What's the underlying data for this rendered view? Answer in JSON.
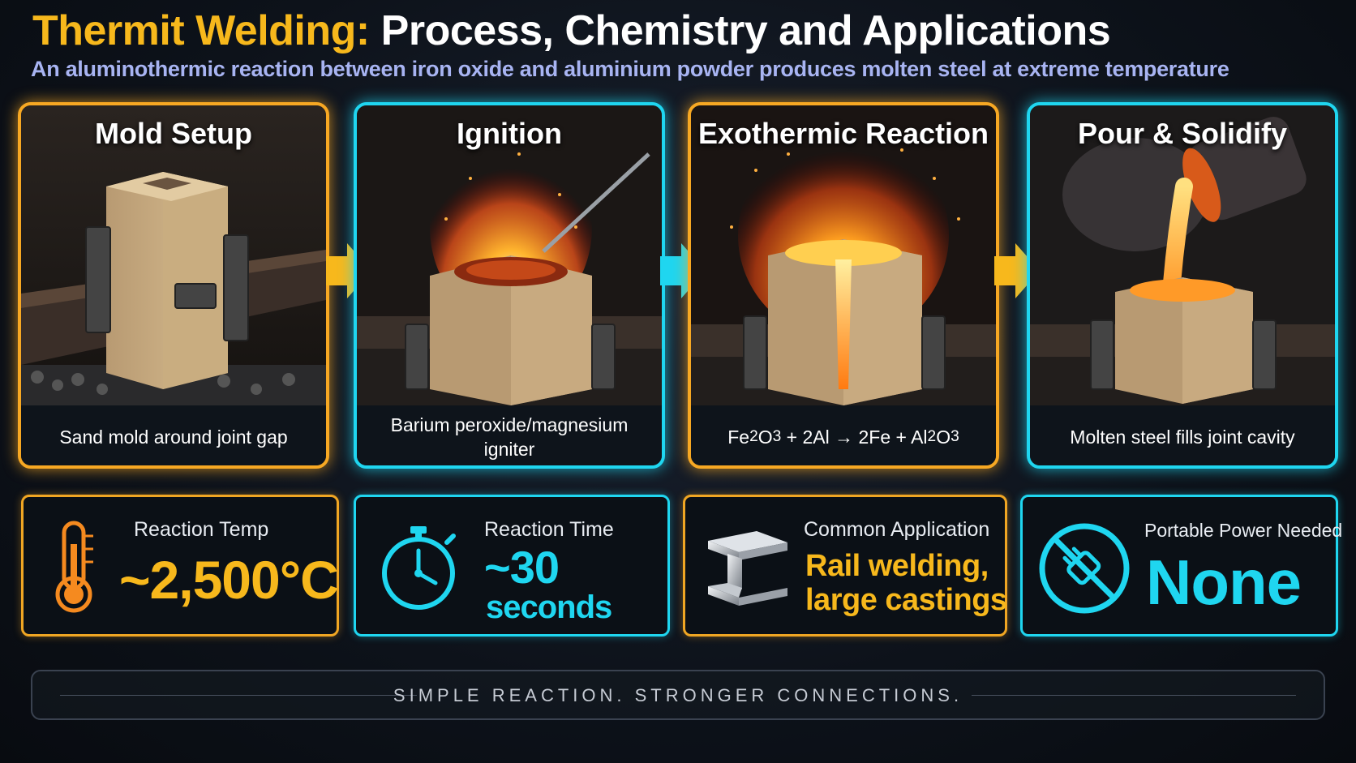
{
  "header": {
    "title_accent": "Thermit Welding:",
    "title_rest": " Process, Chemistry and Applications",
    "subtitle": "An aluminothermic reaction between iron oxide and aluminium powder produces molten steel at extreme temperature"
  },
  "steps": [
    {
      "title": "Mold Setup",
      "caption": "Sand mold around joint gap",
      "accent": "#f7a823"
    },
    {
      "title": "Ignition",
      "caption": "Barium peroxide/magnesium igniter",
      "accent": "#1fd6f0"
    },
    {
      "title": "Exothermic Reaction",
      "caption_parts": [
        "Fe",
        "2",
        "O",
        "3",
        " + 2Al → 2Fe + Al",
        "2",
        "O",
        "3"
      ],
      "accent": "#f7a823"
    },
    {
      "title": "Pour & Solidify",
      "caption": "Molten steel fills joint cavity",
      "accent": "#1fd6f0"
    }
  ],
  "stats": [
    {
      "label": "Reaction Temp",
      "value": "~2,500°C",
      "icon": "thermometer-icon",
      "color": "#f7b81c"
    },
    {
      "label": "Reaction Time",
      "value_line1": "~30",
      "value_line2": "seconds",
      "icon": "stopwatch-icon",
      "color": "#1fd6f0"
    },
    {
      "label": "Common Application",
      "value_line1": "Rail welding,",
      "value_line2": "large castings",
      "icon": "i-beam-icon",
      "color": "#f7b81c"
    },
    {
      "label": "Portable Power Needed",
      "value": "None",
      "icon": "no-power-plug-icon",
      "color": "#1fd6f0"
    }
  ],
  "footer": {
    "tagline": "SIMPLE REACTION. STRONGER CONNECTIONS."
  }
}
